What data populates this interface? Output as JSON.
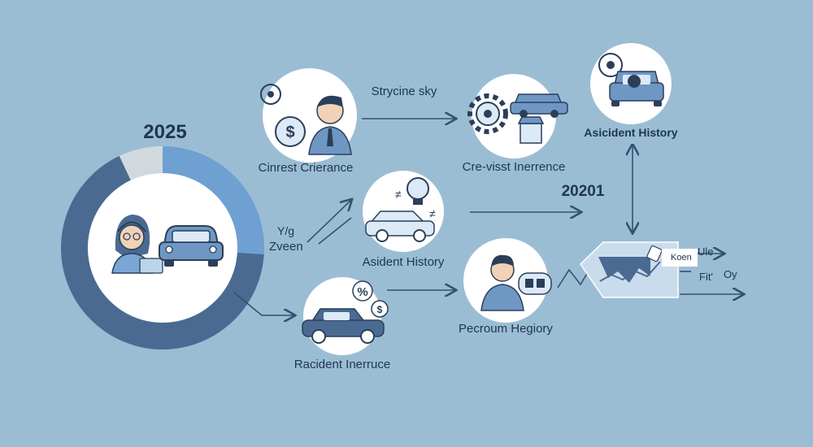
{
  "colors": {
    "background": "#9bbdd4",
    "ring_dark": "#4a6a92",
    "ring_light": "#6fa0d2",
    "ring_gray": "#d2d9de",
    "accent": "#3c5a80",
    "line": "#34506f"
  },
  "donut": {
    "year": "2025",
    "segments": [
      {
        "label": "dark",
        "fraction": 0.67
      },
      {
        "label": "light",
        "fraction": 0.26
      },
      {
        "label": "gray",
        "fraction": 0.07
      }
    ]
  },
  "labels": {
    "cinrest": "Cinrest Crierance",
    "strycine": "Strycine sky",
    "crevisst": "Cre-visst Inerrence",
    "asicdent_top": "Asicident History",
    "yg": "Y/g",
    "zveen": "Zveen",
    "asident": "Asident History",
    "year_mid": "20201",
    "racident": "Racident Inerruce",
    "pecroum": "Pecroum Hegiory",
    "koen": "Koen",
    "ule": "Ule",
    "fit": "Fit'",
    "oy": "Oy"
  },
  "icons": {
    "donut_center": [
      "woman-agent-icon",
      "car-icon"
    ],
    "cinrest_node": [
      "man-icon",
      "money-bag-icon",
      "gear-small-icon"
    ],
    "crevisst_node": [
      "gear-icon",
      "car-icon",
      "shop-icon"
    ],
    "asicdent_top_node": [
      "car-icon",
      "steering-wheel-icon"
    ],
    "asident_node": [
      "car-icon",
      "lightbulb-icon"
    ],
    "racident_node": [
      "car-icon",
      "percent-icon",
      "dollar-icon"
    ],
    "pecroum_node": [
      "person-icon",
      "chat-bubble-icon"
    ]
  }
}
